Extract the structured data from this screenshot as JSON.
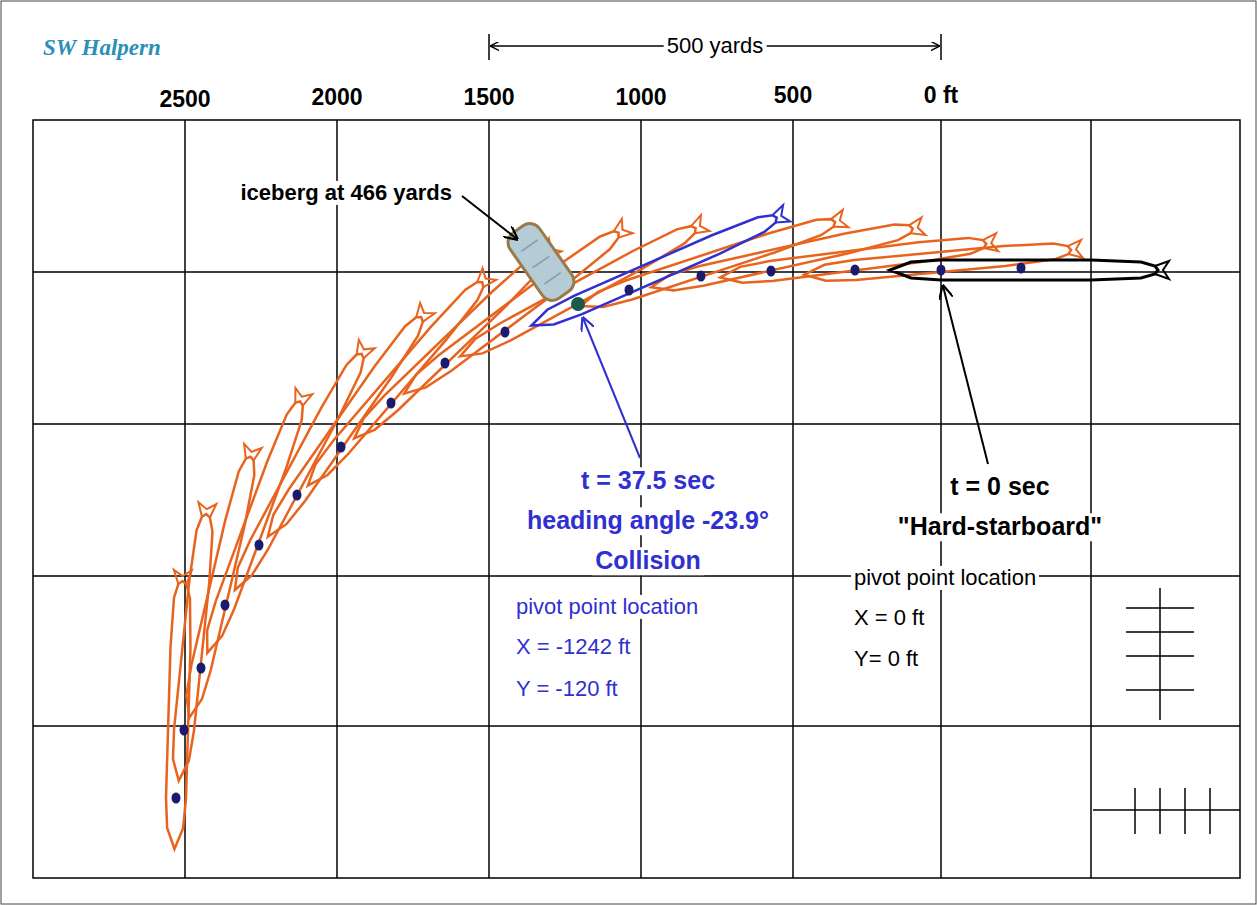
{
  "diagram": {
    "labels": [
      "SW Halpern",
      "500 yards",
      "2500",
      "2000",
      "1500",
      "1000",
      "500",
      "0 ft",
      "iceberg at 466 yards",
      "t = 37.5 sec",
      "heading angle -23.9°",
      "Collision",
      "pivot point location",
      "X = -1242 ft",
      "Y = -120 ft",
      "t = 0 sec",
      "\"Hard-starboard\"",
      "pivot point location",
      "X = 0 ft",
      "Y= 0 ft"
    ]
  }
}
